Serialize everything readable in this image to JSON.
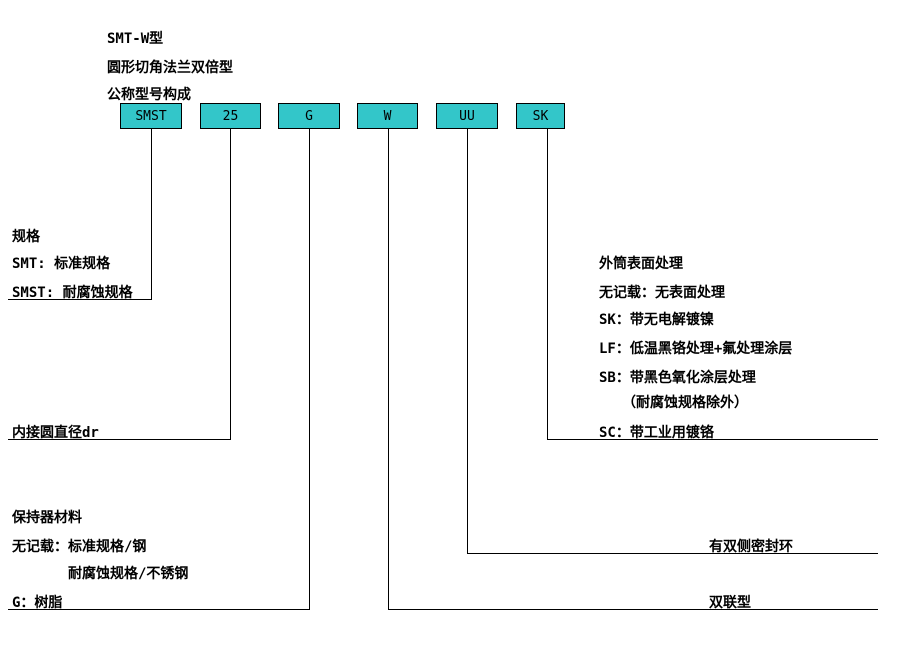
{
  "colors": {
    "box_fill": "#33c6c9",
    "line": "#000000",
    "text": "#000000"
  },
  "header": {
    "model_title": "SMT-W型",
    "type_name": "圆形切角法兰双倍型",
    "designation_title": "公称型号构成"
  },
  "code_boxes": [
    "SMST",
    "25",
    "G",
    "W",
    "UU",
    "SK"
  ],
  "sections": {
    "spec": {
      "heading": "规格",
      "items": [
        "SMT: 标准规格",
        "SMST: 耐腐蚀规格"
      ]
    },
    "inscribed_diameter": {
      "label": "内接圆直径dr"
    },
    "retainer": {
      "heading": "保持器材料",
      "items": [
        "无记载：标准规格/钢",
        "耐腐蚀规格/不锈钢",
        "G：树脂"
      ]
    },
    "surface_treatment": {
      "heading": "外筒表面处理",
      "items": [
        "无记载：无表面处理",
        "SK：带无电解镀镍",
        "LF：低温黑铬处理+氟处理涂层",
        "SB：带黑色氧化涂层处理",
        "（耐腐蚀规格除外）",
        "SC：带工业用镀铬"
      ]
    },
    "seal": {
      "label": "有双侧密封环"
    },
    "type": {
      "label": "双联型"
    }
  }
}
